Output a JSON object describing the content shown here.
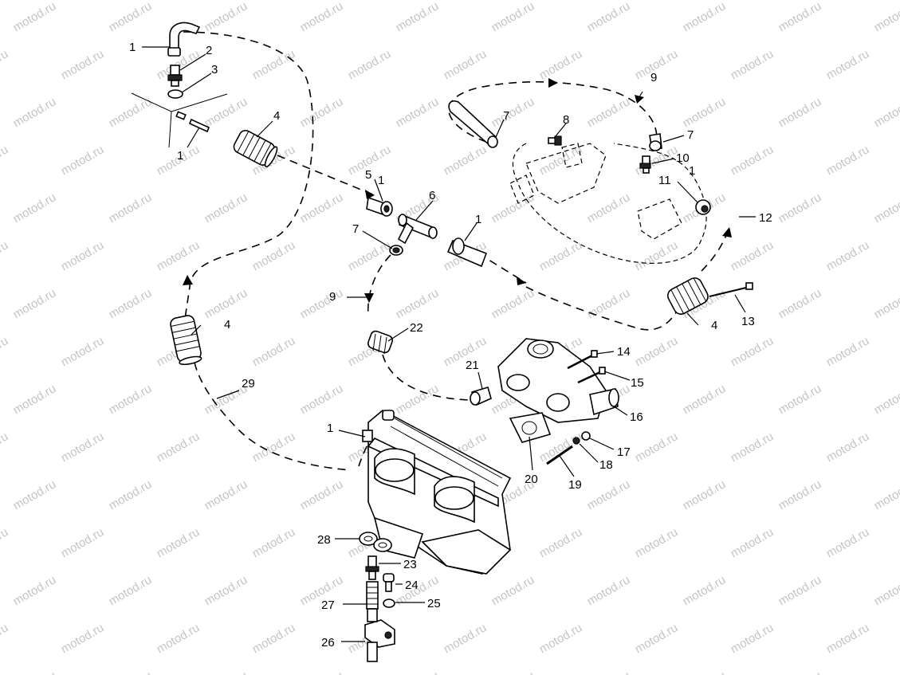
{
  "watermark": "motod.ru",
  "callouts": [
    {
      "label": "1"
    },
    {
      "label": "2"
    },
    {
      "label": "3"
    },
    {
      "label": "4"
    },
    {
      "label": "1"
    },
    {
      "label": "5"
    },
    {
      "label": "1"
    },
    {
      "label": "6"
    },
    {
      "label": "7"
    },
    {
      "label": "1"
    },
    {
      "label": "9"
    },
    {
      "label": "7"
    },
    {
      "label": "8"
    },
    {
      "label": "7"
    },
    {
      "label": "10"
    },
    {
      "label": "1"
    },
    {
      "label": "11"
    },
    {
      "label": "12"
    },
    {
      "label": "9"
    },
    {
      "label": "22"
    },
    {
      "label": "4"
    },
    {
      "label": "4"
    },
    {
      "label": "13"
    },
    {
      "label": "14"
    },
    {
      "label": "21"
    },
    {
      "label": "15"
    },
    {
      "label": "16"
    },
    {
      "label": "29"
    },
    {
      "label": "1"
    },
    {
      "label": "17"
    },
    {
      "label": "18"
    },
    {
      "label": "20"
    },
    {
      "label": "19"
    },
    {
      "label": "28"
    },
    {
      "label": "23"
    },
    {
      "label": "24"
    },
    {
      "label": "25"
    },
    {
      "label": "27"
    },
    {
      "label": "26"
    }
  ]
}
